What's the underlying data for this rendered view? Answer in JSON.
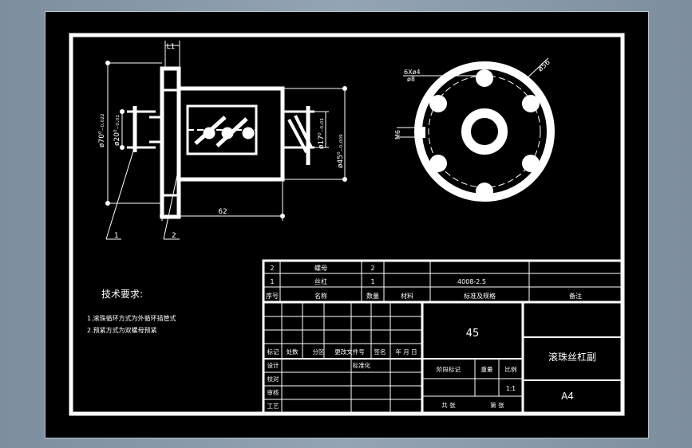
{
  "colors": {
    "background": "#000000",
    "lines": "#ffffff",
    "frame": "#7d8e9e"
  },
  "front_view": {
    "dim_l1": "L1",
    "dim_flange_dia": "ø70⁰₋₀.₀₂₂",
    "dim_left_small_dia": "ø20⁰₋₀.₀₁",
    "dim_right_small_dia": "ø17⁰₋₀.₀₁",
    "dim_nut_dia": "ø45⁰₋₀.₀₀₉",
    "dim_length": "62",
    "leader_1": "1",
    "leader_2": "2"
  },
  "side_view": {
    "dim_holes": "6Xø4",
    "dim_counterbore": "ø8",
    "dim_pitch_circle": "ø56",
    "dim_thread": "M6"
  },
  "tech_requirements": {
    "title": "技术要求:",
    "items": [
      "1.滚珠循环方式为外循环插管式",
      "2.预紧方式为双螺母预紧"
    ]
  },
  "bom": {
    "rows": [
      {
        "no": "2",
        "name": "螺母",
        "qty": "2",
        "material": "",
        "spec": "",
        "note": ""
      },
      {
        "no": "1",
        "name": "丝杠",
        "qty": "1",
        "material": "",
        "spec": "4008-2.5",
        "note": ""
      }
    ],
    "header": {
      "no": "序号",
      "name": "名称",
      "qty": "数量",
      "material": "材料",
      "spec": "标准及规格",
      "note": "备注"
    }
  },
  "title_block": {
    "material_mark": "45",
    "drawing_title": "滚珠丝杠副",
    "sheet_size": "A4",
    "rev_labels": [
      "标记",
      "处数",
      "分区",
      "更改文件号",
      "签名",
      "年 月 日"
    ],
    "design": "设计",
    "standardize": "标准化",
    "check": "校对",
    "review": "审核",
    "process": "工艺",
    "stage_mark": "阶段标记",
    "weight": "重量",
    "scale": "比例",
    "scale_value": "1:1",
    "total_sheets": "共  张",
    "sheet_no": "第  张"
  }
}
